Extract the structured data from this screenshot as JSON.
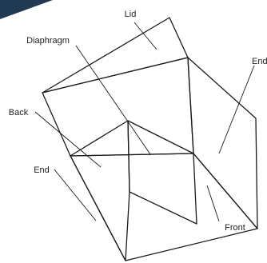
{
  "labels": {
    "lid": "Lid",
    "diaphragm": "Diaphragm",
    "end_right": "End",
    "back": "Back",
    "end_left": "End",
    "front": "Front"
  },
  "colors": {
    "corner_accent": "#1f3a52",
    "mesh": "#2a2a2a",
    "edge": "#1a1a1a",
    "text": "#222222"
  }
}
